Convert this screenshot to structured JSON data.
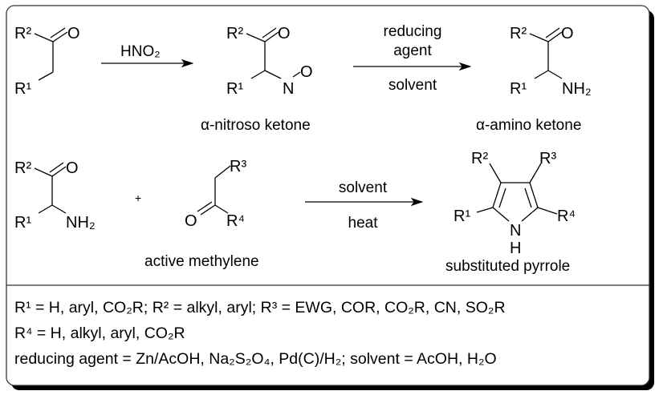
{
  "step1": {
    "reactant": {
      "r2": "R²",
      "o": "O",
      "r1": "R¹"
    },
    "reagent": "HNO₂",
    "product": {
      "r2": "R²",
      "o": "O",
      "r1": "R¹",
      "n": "N",
      "o2": "O"
    },
    "product_label": "α-nitroso ketone"
  },
  "step2": {
    "reagent_top_1": "reducing",
    "reagent_top_2": "agent",
    "reagent_bottom": "solvent",
    "product": {
      "r2": "R²",
      "o": "O",
      "r1": "R¹",
      "nh2": "NH₂"
    },
    "product_label": "α-amino ketone"
  },
  "step3": {
    "amine": {
      "r2": "R²",
      "o": "O",
      "r1": "R¹",
      "nh2": "NH₂"
    },
    "plus": "+",
    "methylene": {
      "r3": "R³",
      "o": "O",
      "r4": "R⁴"
    },
    "methylene_label": "active methylene",
    "reagent_top": "solvent",
    "reagent_bottom": "heat",
    "pyrrole": {
      "r1": "R¹",
      "r2": "R²",
      "r3": "R³",
      "r4": "R⁴",
      "n": "N",
      "h": "H"
    },
    "pyrrole_label": "substituted pyrrole"
  },
  "footer": {
    "line1": "R¹ = H, aryl, CO₂R; R² = alkyl, aryl; R³ = EWG, COR, CO₂R, CN, SO₂R",
    "line2": "R⁴ = H, alkyl, aryl, CO₂R",
    "line3": "reducing agent = Zn/AcOH, Na₂S₂O₄, Pd(C)/H₂; solvent = AcOH, H₂O"
  }
}
